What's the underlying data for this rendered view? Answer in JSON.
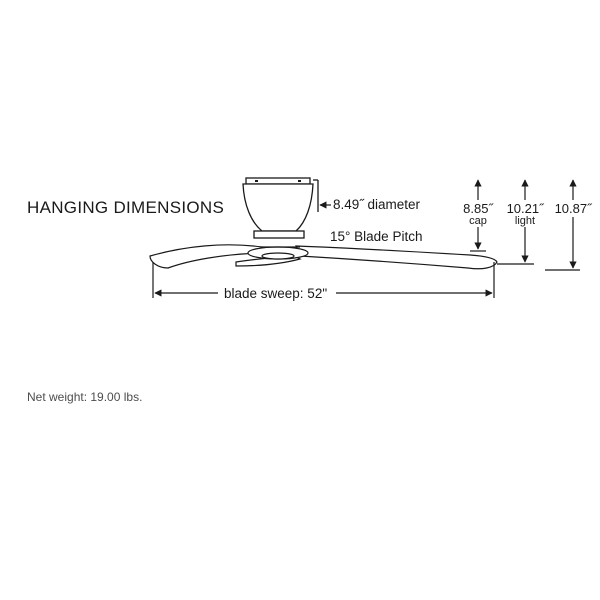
{
  "heading": "HANGING DIMENSIONS",
  "net_weight": "Net weight: 19.00 lbs.",
  "dimensions": {
    "diameter": "8.49˝ diameter",
    "blade_pitch": "15° Blade Pitch",
    "blade_sweep": "blade sweep: 52\"",
    "cap_value": "8.85˝",
    "cap_label": "cap",
    "light_value": "10.21˝",
    "light_label": "light",
    "total_value": "10.87˝"
  },
  "colors": {
    "line": "#1a1a1a",
    "muted_text": "#4d4d4d",
    "background": "#ffffff"
  }
}
